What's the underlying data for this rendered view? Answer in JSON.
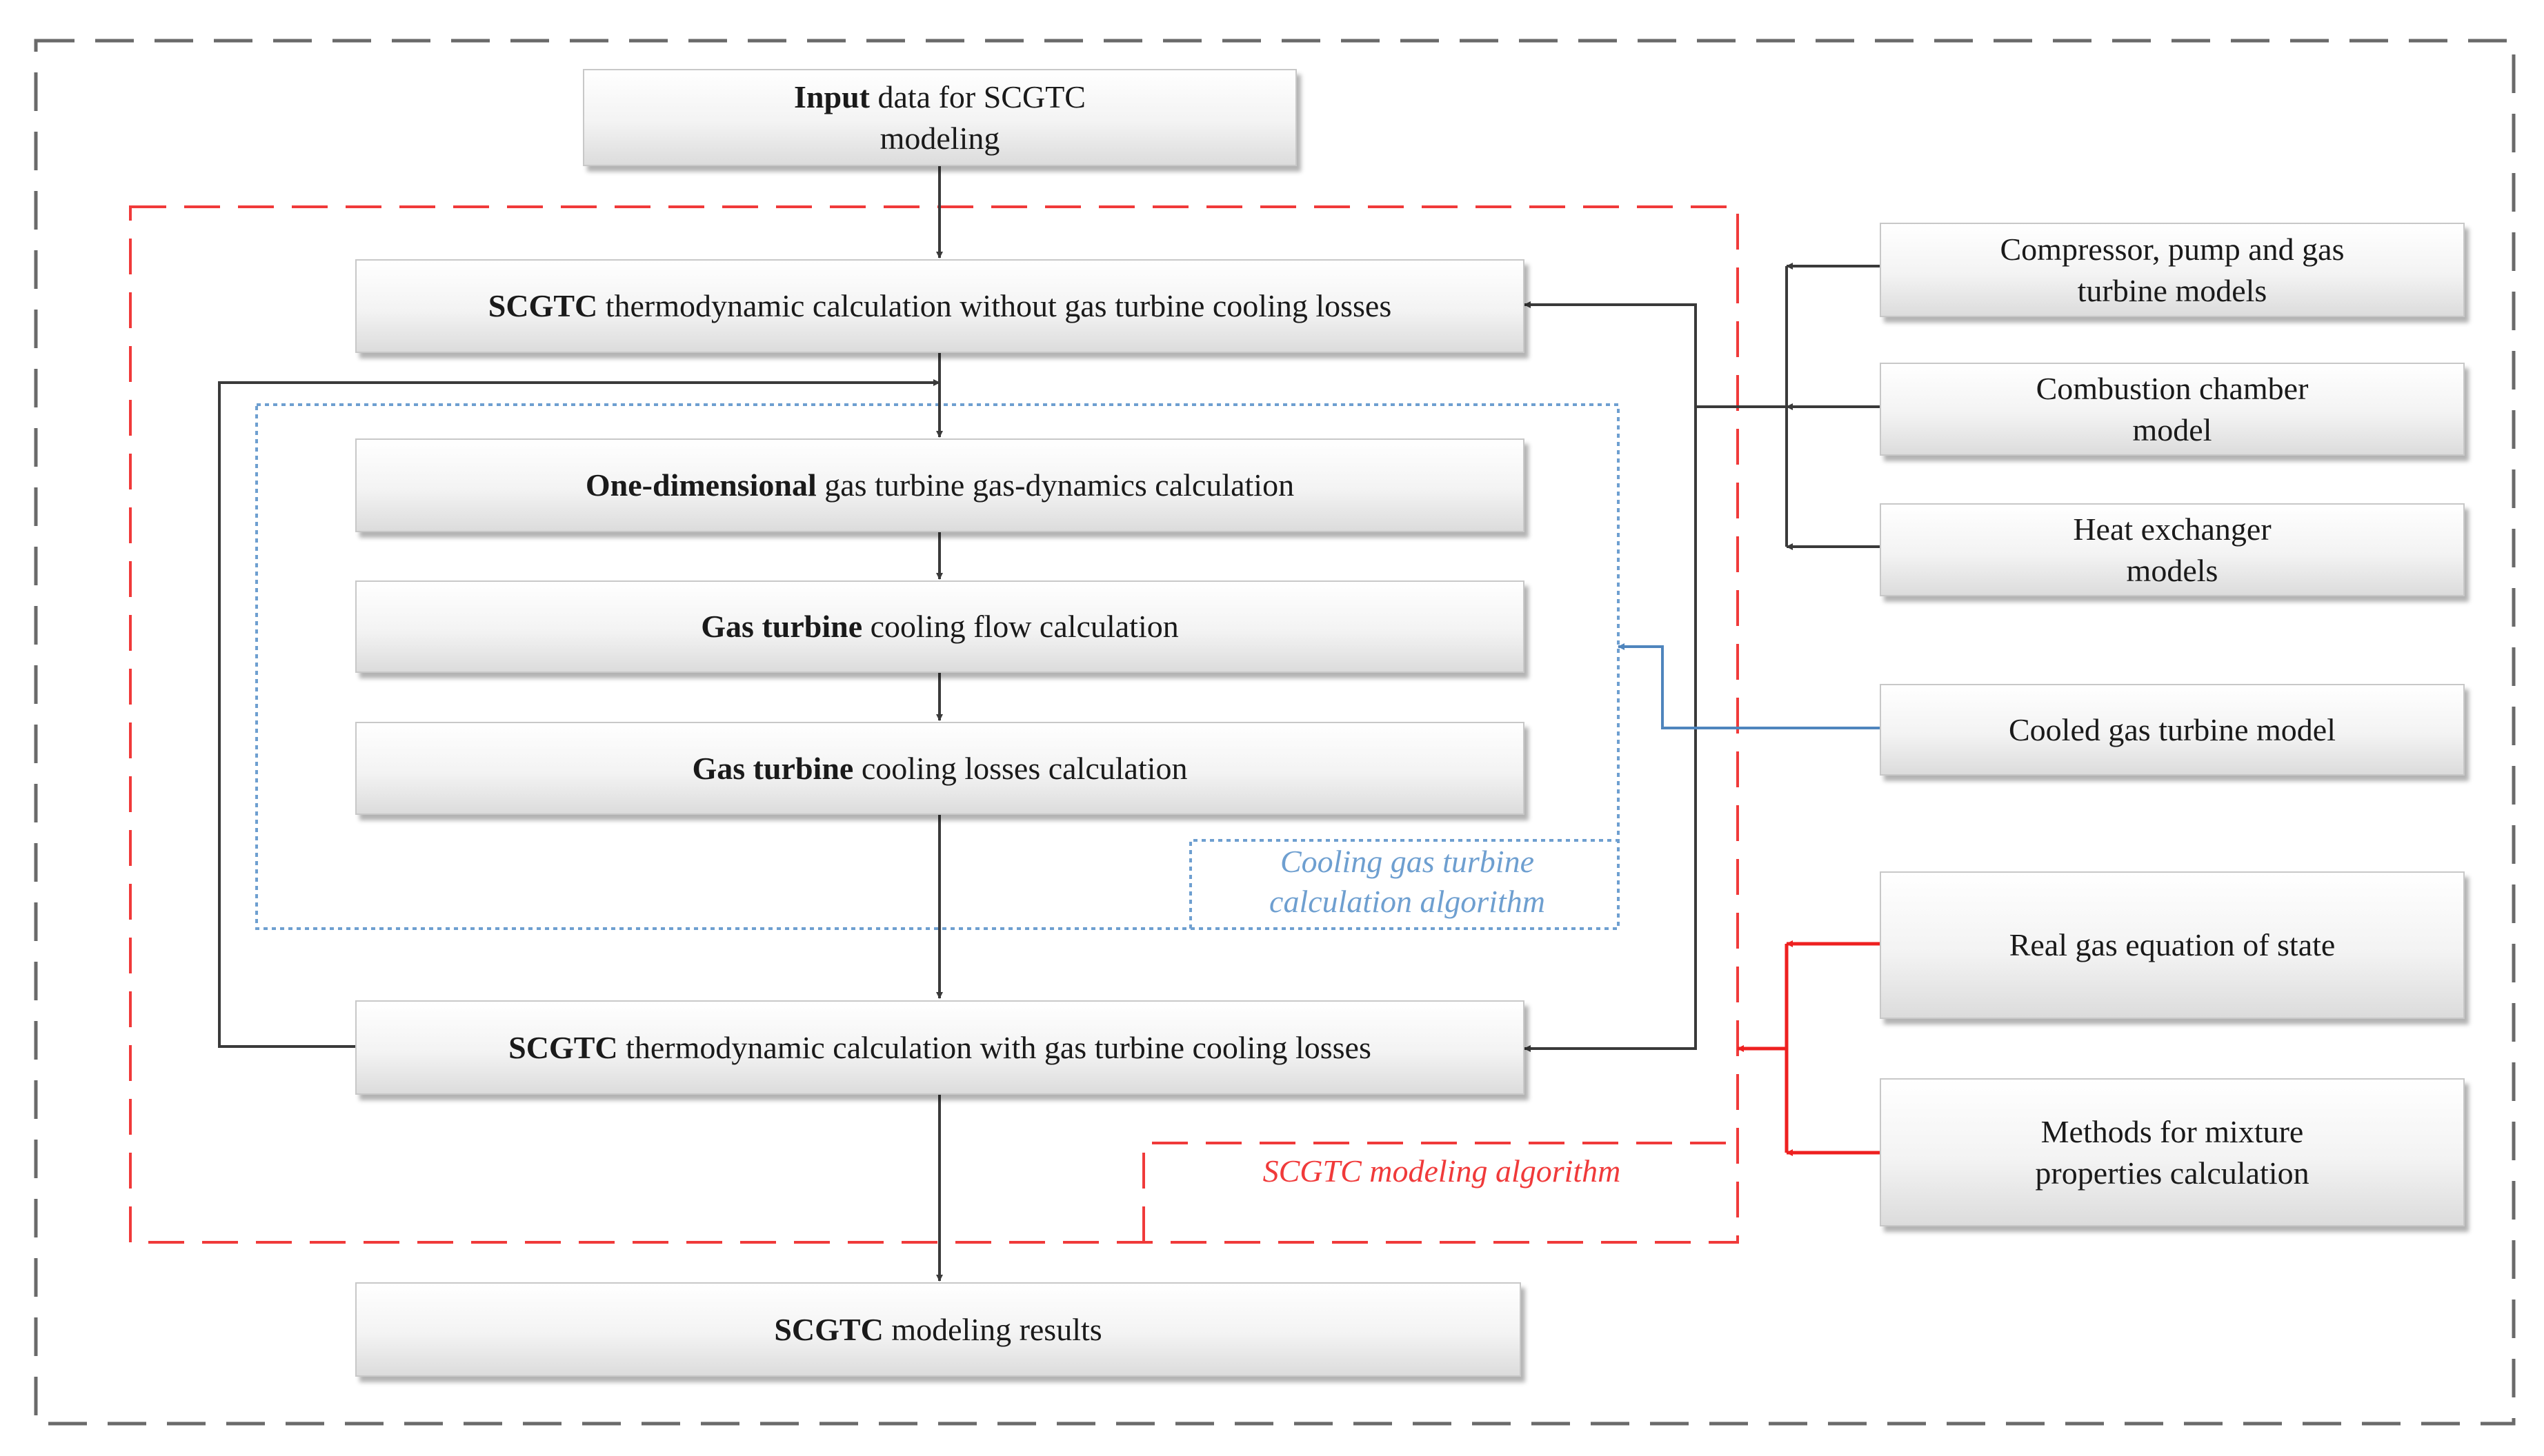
{
  "input": {
    "bold": "Input",
    "text": " data for SCGTC modeling"
  },
  "thermo_without": {
    "bold": "SCGTC",
    "text": " thermodynamic calculation without gas turbine cooling losses"
  },
  "one_dim": {
    "bold": "One-dimensional",
    "text": " gas turbine gas-dynamics calculation"
  },
  "cooling_flow": {
    "bold": "Gas turbine",
    "text": " cooling flow calculation"
  },
  "cooling_losses": {
    "bold": "Gas turbine",
    "text": " cooling losses calculation"
  },
  "thermo_with": {
    "bold": "SCGTC",
    "text": " thermodynamic calculation with gas turbine cooling losses"
  },
  "results": {
    "bold": "SCGTC",
    "text": " modeling results"
  },
  "right_models": {
    "compressor": "Compressor, pump and gas turbine models",
    "combustion": "Combustion chamber model",
    "heat_exchanger": "Heat exchanger models",
    "cooled_turbine": "Cooled gas turbine model",
    "real_gas": "Real gas equation of state",
    "mixture": "Methods for mixture properties calculation"
  },
  "captions": {
    "cooling_algorithm": "Cooling gas turbine calculation algorithm",
    "modeling_algorithm": "SCGTC modeling algorithm"
  },
  "colors": {
    "outer_border": "#6a6a6a",
    "red_region": "#f03a3a",
    "blue_region": "#6e9fd0",
    "arrow_dark": "#3a3a3a",
    "arrow_blue": "#4f85bd",
    "arrow_red": "#ee2020"
  }
}
